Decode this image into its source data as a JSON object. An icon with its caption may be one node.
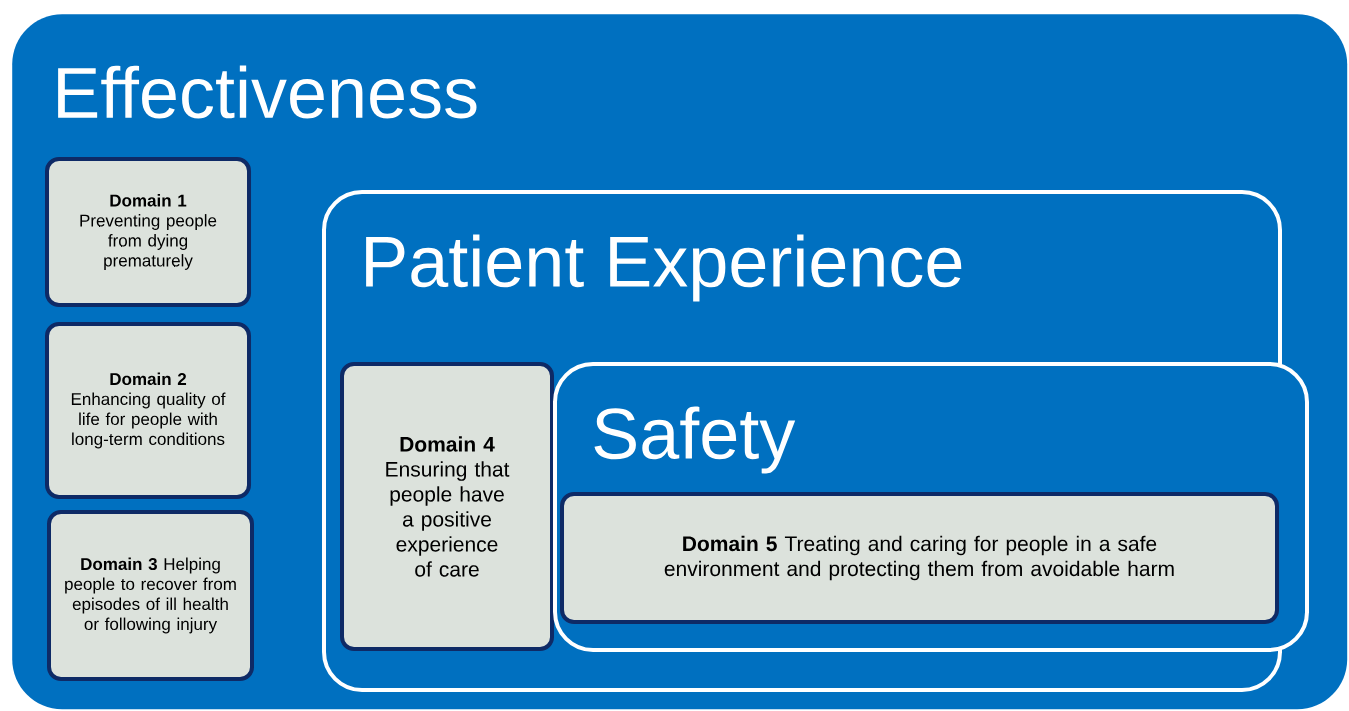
{
  "diagram": {
    "nodes": [
      {
        "text": [
          "Effectiveness"
        ]
      },
      {
        "text": [
          "Domain 1",
          "Preventing people from dying prematurely"
        ],
        "in": 0
      },
      {
        "text": [
          "Domain 2",
          "Enhancing quality of life for people with long-term conditions"
        ],
        "in": 0
      },
      {
        "text": [
          "**Domain 3** Helping people to recover from episodes of ill health or following injury"
        ],
        "in": 0
      },
      {
        "text": [
          "Patient Experience"
        ],
        "in": 0
      },
      {
        "text": [
          "Domain 4",
          "Ensuring that people have a positive experience of care"
        ],
        "in": 4
      },
      {
        "text": [
          "Safety"
        ],
        "in": 4
      },
      {
        "text": [
          "**Domain 5** Treating and caring for people in a safe environment and protecting them from avoidable harm"
        ],
        "in": 6
      }
    ]
  }
}
